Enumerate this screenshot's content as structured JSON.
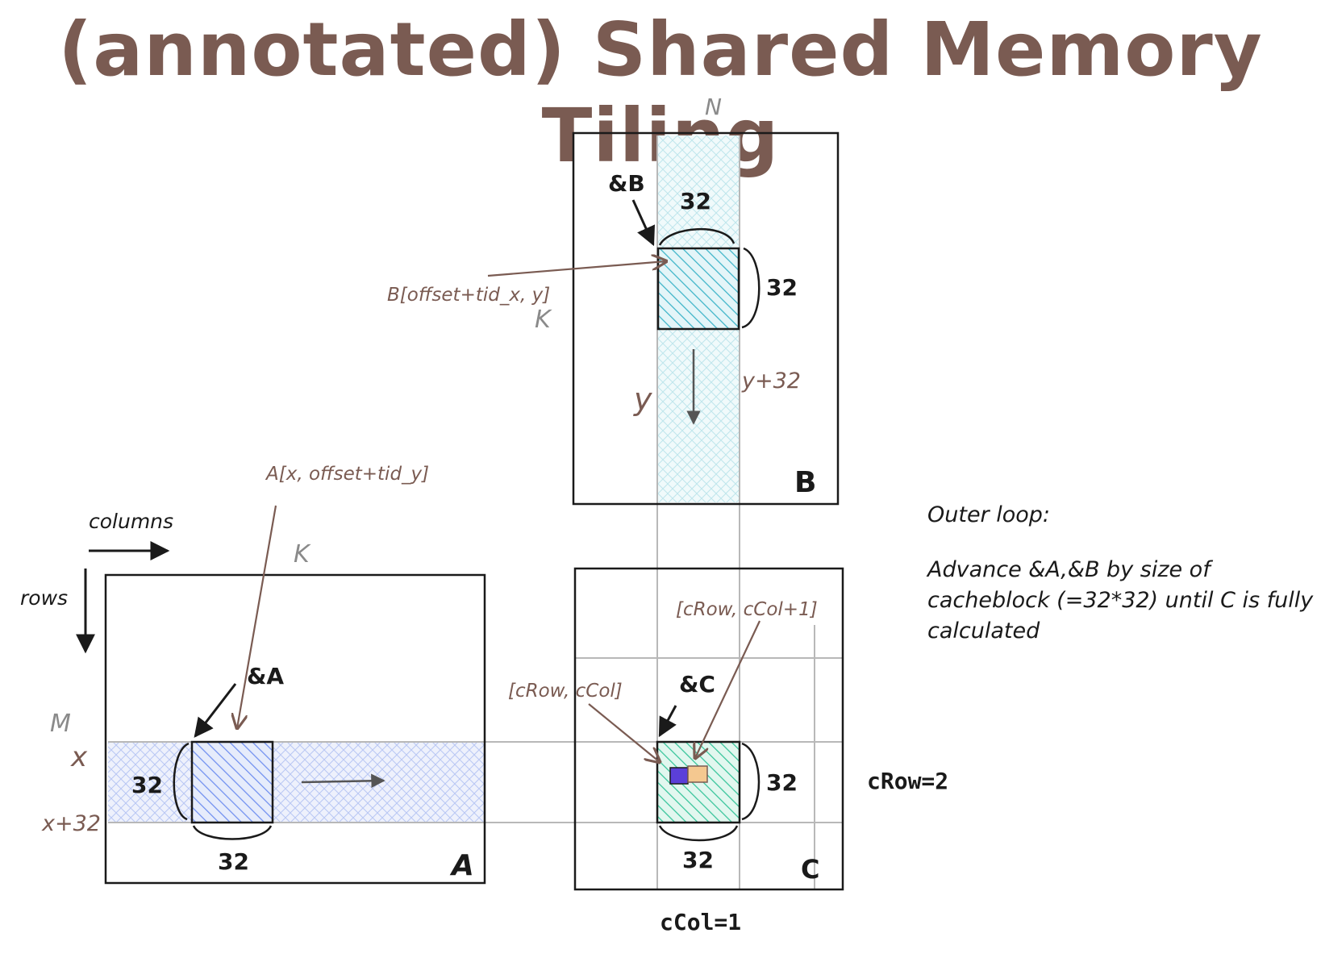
{
  "title": "(annotated) Shared Memory Tiling",
  "colors": {
    "brown": "#7a5b52",
    "gray_label": "#8a8a8a",
    "ink": "#1a1a1a",
    "tile_a": "#6f8ff0",
    "band_a": "#c8d3f5",
    "tile_b": "#3cb4c8",
    "band_b": "#c8ecf0",
    "tile_c": "#35c49a",
    "cell_purple": "#5b3fd8",
    "cell_orange": "#f4c890"
  },
  "matrix_b": {
    "name": "B",
    "dim_top": "N",
    "dim_left": "K",
    "ptr_label": "&B",
    "tile_w": "32",
    "tile_h": "32",
    "index_label": "B[offset+tid_x, y]",
    "y_label": "y",
    "y32_label": "y+32"
  },
  "matrix_a": {
    "name": "A",
    "dim_top": "K",
    "dim_left": "M",
    "ptr_label": "&A",
    "tile_w": "32",
    "tile_h": "32",
    "index_label": "A[x, offset+tid_y]",
    "x_label": "x",
    "x32_label": "x+32",
    "columns_label": "columns",
    "rows_label": "rows"
  },
  "matrix_c": {
    "name": "C",
    "ptr_label": "&C",
    "tile_w": "32",
    "tile_h": "32",
    "cell_label_1": "[cRow, cCol]",
    "cell_label_2": "[cRow, cCol+1]",
    "crow_label": "cRow=2",
    "ccol_label": "cCol=1"
  },
  "outer_loop": {
    "heading": "Outer loop:",
    "body": "Advance &A,&B by size of cacheblock (=32*32) until C is fully calculated"
  }
}
